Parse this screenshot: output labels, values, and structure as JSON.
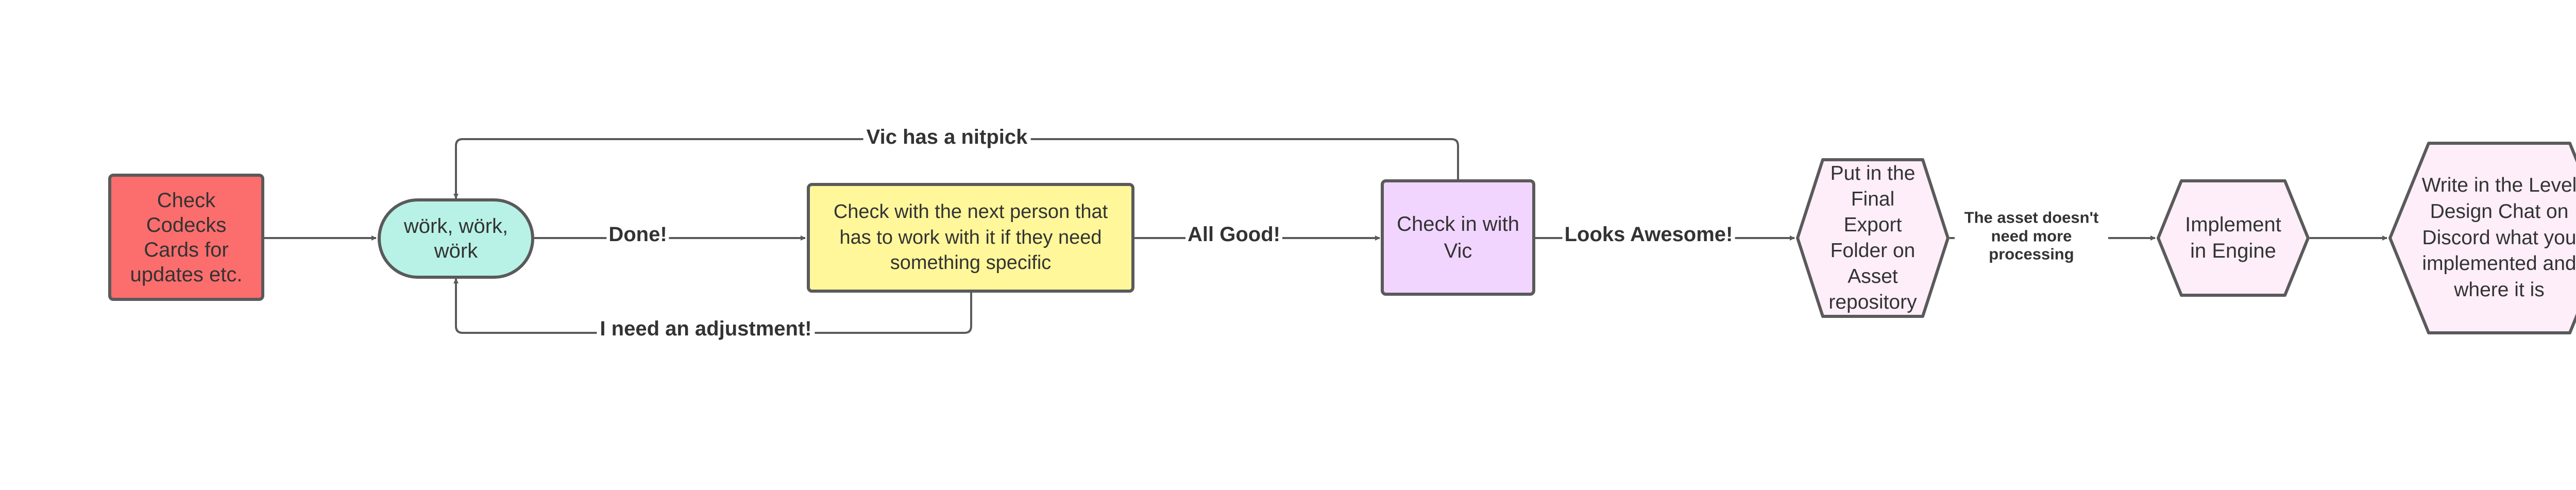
{
  "colors": {
    "stroke": "#5a5a5a",
    "text": "#333333",
    "red_fill": "#fc6d6d",
    "teal_fill": "#b8f2e6",
    "yellow_fill": "#fff79a",
    "purple_fill": "#f2d5ff",
    "pink_fill": "#fdeef9"
  },
  "nodes": {
    "codecks": {
      "label": "Check Codecks Cards for updates etc."
    },
    "work": {
      "label": "wörk, wörk, wörk"
    },
    "check_next": {
      "label": "Check with the next person that has to work with it if they need something specific"
    },
    "check_vic": {
      "label": "Check in with Vic"
    },
    "final_export": {
      "label": "Put in the Final Export Folder on Asset repository"
    },
    "implement": {
      "label": "Implement in Engine"
    },
    "write_chat": {
      "label": "Write in the Level Design Chat on Discord what you implemented and where it is"
    }
  },
  "edges": {
    "done": "Done!",
    "all_good": "All Good!",
    "looks_awesome": "Looks Awesome!",
    "vic_nitpick": "Vic has a nitpick",
    "adjustment": "I need an adjustment!",
    "no_processing": "The asset doesn't need more processing"
  }
}
